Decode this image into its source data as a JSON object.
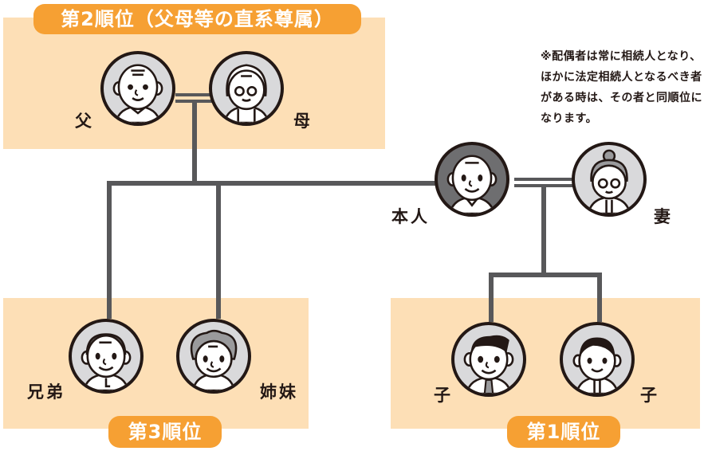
{
  "title": "法定相続人の順位",
  "groups": {
    "second": {
      "badge": "第2順位（父母等の直系尊属）"
    },
    "third": {
      "badge": "第3順位"
    },
    "first": {
      "badge": "第1順位"
    }
  },
  "people": {
    "father": {
      "label": "父",
      "icon": "grandfather-icon"
    },
    "mother": {
      "label": "母",
      "icon": "grandmother-icon"
    },
    "self": {
      "label": "本人",
      "icon": "man-icon"
    },
    "wife": {
      "label": "妻",
      "icon": "woman-glasses-icon"
    },
    "brother": {
      "label": "兄弟",
      "icon": "brother-icon"
    },
    "sister": {
      "label": "姉妹",
      "icon": "sister-icon"
    },
    "child1": {
      "label": "子",
      "icon": "son-icon"
    },
    "child2": {
      "label": "子",
      "icon": "daughter-icon"
    }
  },
  "note": "※配偶者は常に相続人となり、ほかに法定相続人となるべき者がある時は、その者と同順位になります。",
  "colors": {
    "zone": "#fddfb6",
    "badge": "#f6a033",
    "line": "#58585a",
    "self_bg": "#6e6e70",
    "avatar_bg": "#d9d9db"
  }
}
